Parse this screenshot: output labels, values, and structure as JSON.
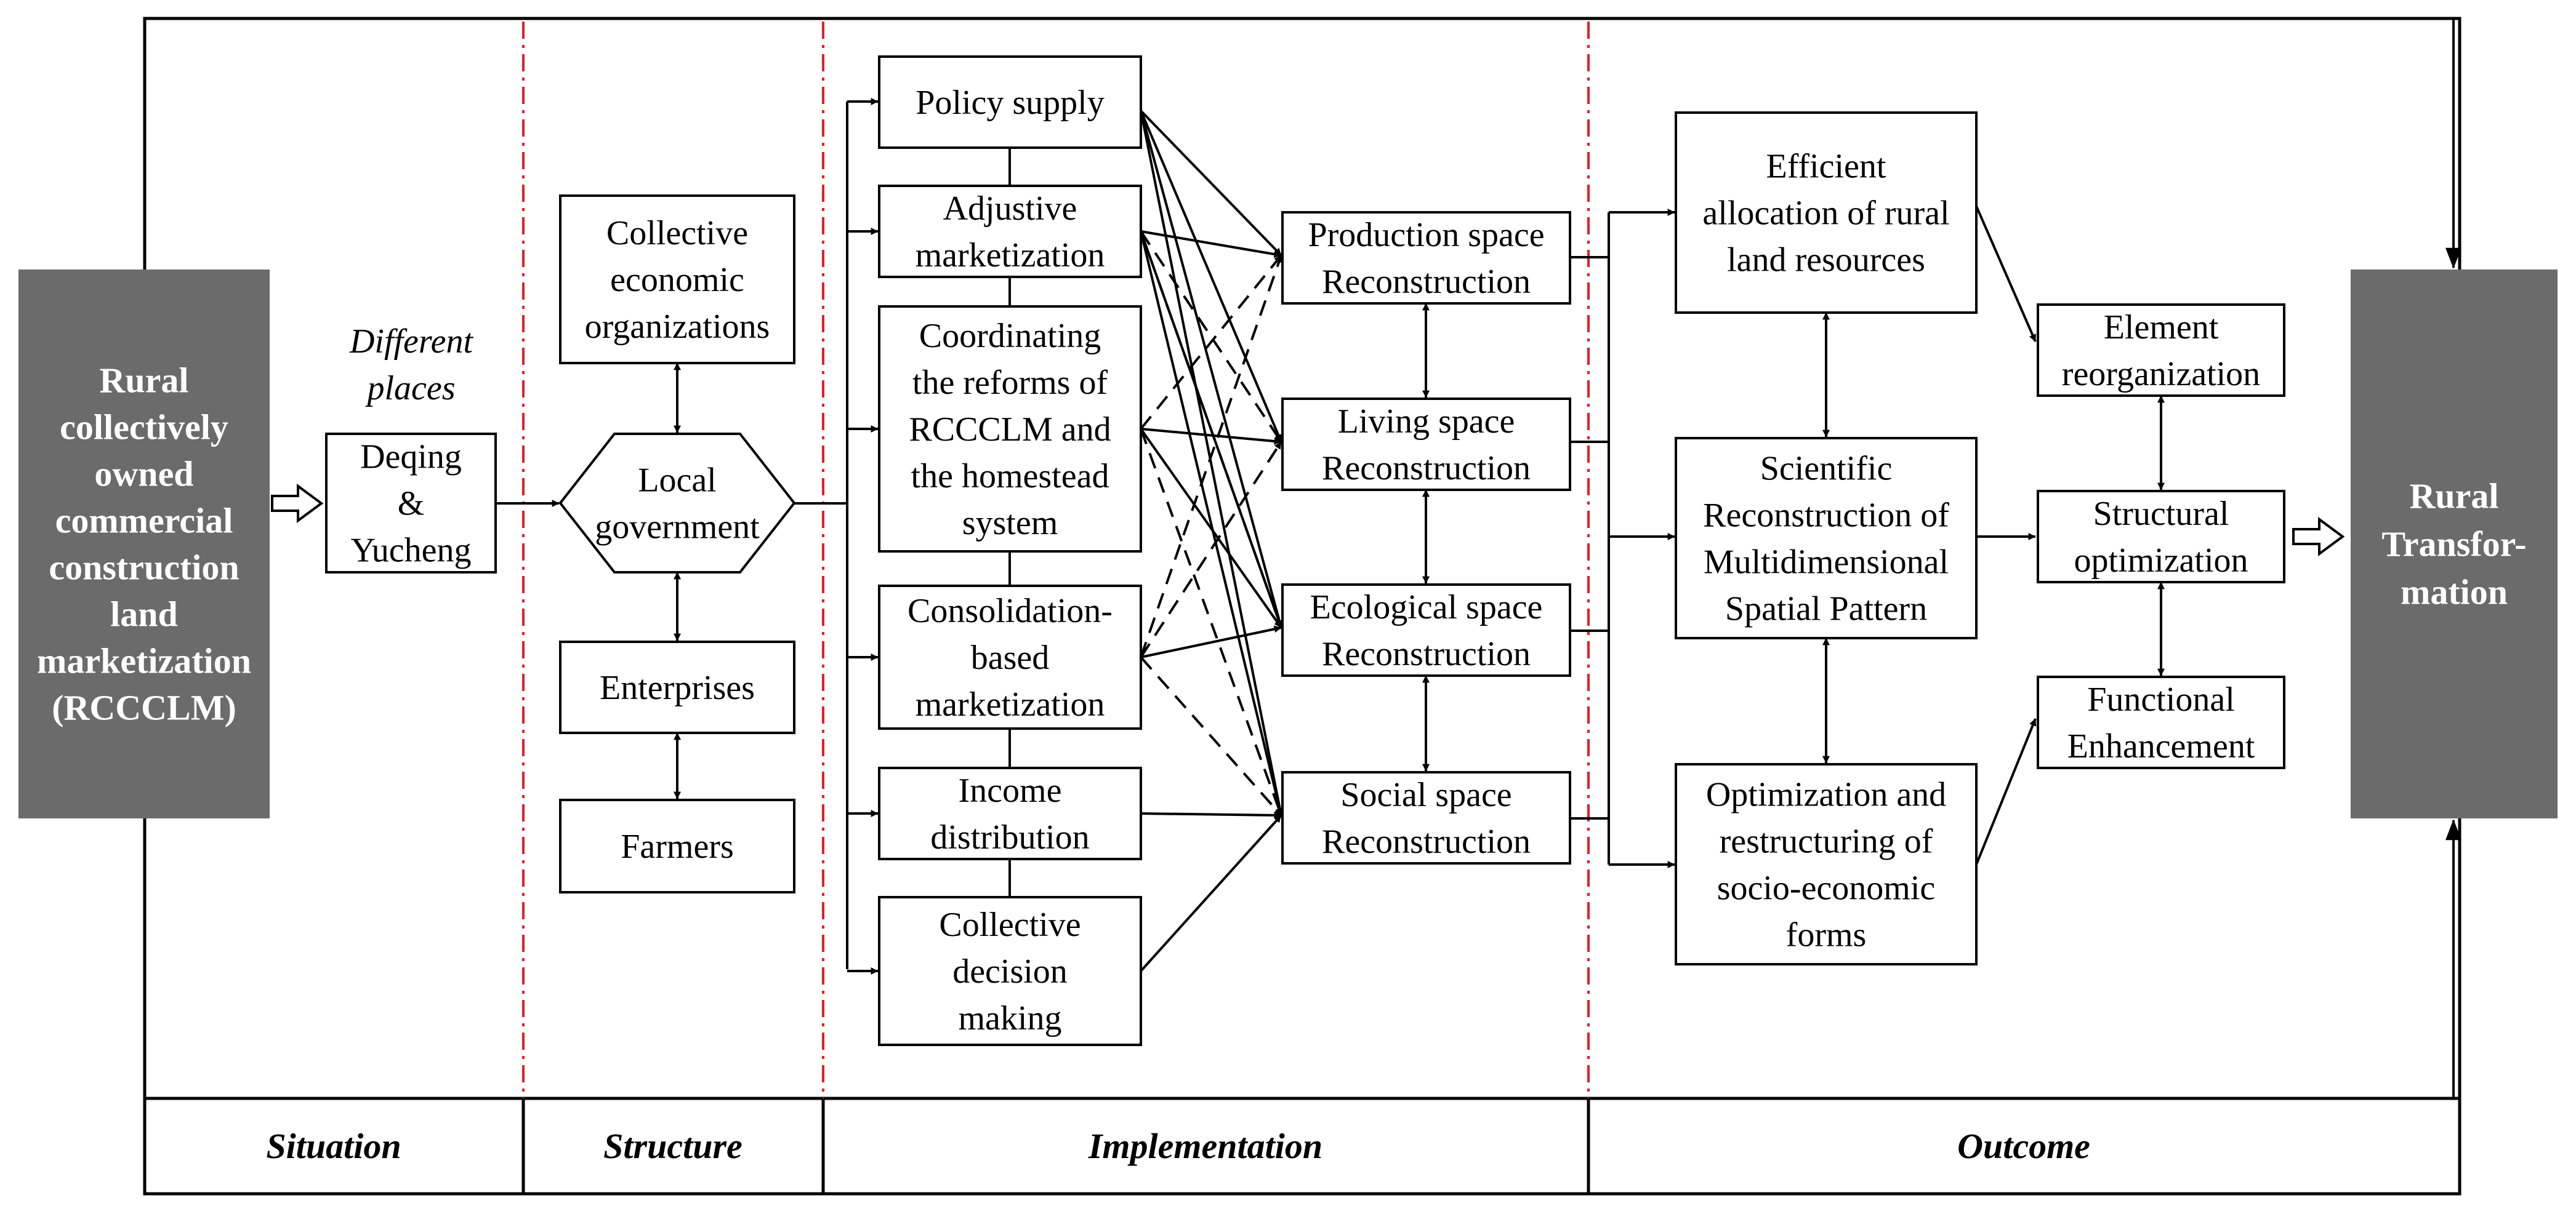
{
  "colors": {
    "line": "#000000",
    "divider": "#e0202a",
    "terminal_fill": "#6b6b6b",
    "terminal_text": "#ffffff"
  },
  "left_terminal": [
    "Rural",
    "collectively",
    "owned",
    "commercial",
    "construction",
    "land",
    "marketization",
    "(RCCCLM)"
  ],
  "right_terminal": [
    "Rural",
    "Transfor-",
    "mation"
  ],
  "situation": {
    "label": [
      "Different",
      "places"
    ],
    "box": [
      "Deqing",
      "&",
      "Yucheng"
    ]
  },
  "structure": {
    "collective": [
      "Collective",
      "economic",
      "organizations"
    ],
    "government": [
      "Local",
      "government"
    ],
    "enterprises": [
      "Enterprises"
    ],
    "farmers": [
      "Farmers"
    ]
  },
  "implementation": {
    "policy_supply": [
      "Policy supply"
    ],
    "adjustive": [
      "Adjustive",
      "marketization"
    ],
    "coordinating": [
      "Coordinating",
      "the reforms of",
      "RCCCLM and",
      "the homestead",
      "system"
    ],
    "consolidation": [
      "Consolidation-",
      "based",
      "marketization"
    ],
    "income": [
      "Income",
      "distribution"
    ],
    "collective_decision": [
      "Collective",
      "decision",
      "making"
    ]
  },
  "spaces": {
    "production": [
      "Production space",
      "Reconstruction"
    ],
    "living": [
      "Living space",
      "Reconstruction"
    ],
    "ecological": [
      "Ecological space",
      "Reconstruction"
    ],
    "social": [
      "Social space",
      "Reconstruction"
    ]
  },
  "outcome": {
    "efficient": [
      "Efficient",
      "allocation of rural",
      "land resources"
    ],
    "scientific": [
      "Scientific",
      "Reconstruction of",
      "Multidimensional",
      "Spatial Pattern"
    ],
    "optimization": [
      "Optimization and",
      "restructuring of",
      "socio-economic",
      "forms"
    ],
    "element": [
      "Element",
      "reorganization"
    ],
    "structural": [
      "Structural",
      "optimization"
    ],
    "functional": [
      "Functional",
      "Enhancement"
    ]
  },
  "footer": {
    "situation": "Situation",
    "structure": "Structure",
    "implementation": "Implementation",
    "outcome": "Outcome"
  }
}
